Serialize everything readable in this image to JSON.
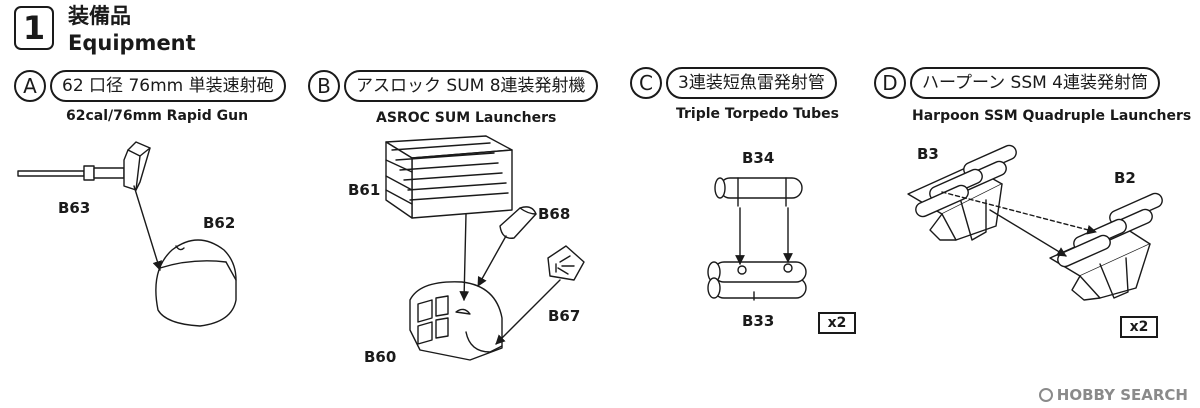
{
  "step": {
    "number": "1",
    "title_jp": "装備品",
    "title_en": "Equipment"
  },
  "sections": {
    "a": {
      "letter": "A",
      "title_jp": "62 口径 76mm 単装速射砲",
      "title_en": "62cal/76mm Rapid Gun",
      "parts": [
        "B63",
        "B62"
      ]
    },
    "b": {
      "letter": "B",
      "title_jp": "アスロック SUM 8連装発射機",
      "title_en": "ASROC SUM Launchers",
      "parts": [
        "B61",
        "B68",
        "B67",
        "B60"
      ]
    },
    "c": {
      "letter": "C",
      "title_jp": "3連装短魚雷発射管",
      "title_en": "Triple Torpedo Tubes",
      "parts": [
        "B34",
        "B33"
      ],
      "quantity": "x2"
    },
    "d": {
      "letter": "D",
      "title_jp": "ハープーン SSM 4連装発射筒",
      "title_en": "Harpoon SSM Quadruple Launchers",
      "parts": [
        "B3",
        "B2"
      ],
      "quantity": "x2"
    }
  },
  "watermark": "HOBBY SEARCH"
}
